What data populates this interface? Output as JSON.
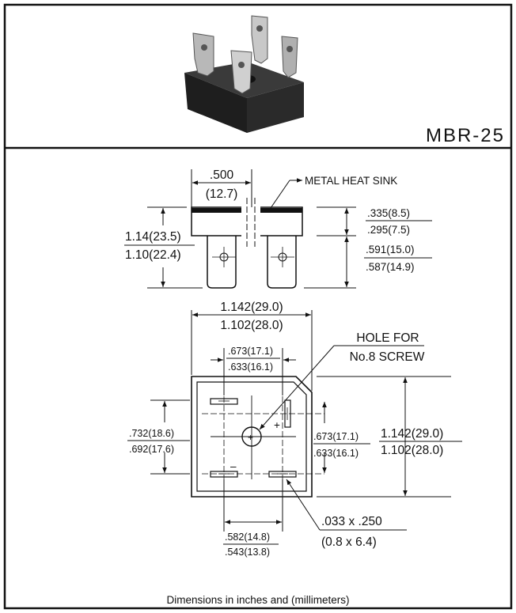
{
  "part_number": "MBR-25",
  "footer": "Dimensions in inches and (millimeters)",
  "side_view": {
    "width_in": ".500",
    "width_mm": "(12.7)",
    "heat_sink_label": "METAL HEAT SINK",
    "overall_h_max": "1.14(23.5)",
    "overall_h_min": "1.10(22.4)",
    "body_h_max": ".335(8.5)",
    "body_h_min": ".295(7.5)",
    "lead_h_max": ".591(15.0)",
    "lead_h_min": ".587(14.9)"
  },
  "top_view": {
    "width_max": "1.142(29.0)",
    "width_min": "1.102(28.0)",
    "term_x_max": ".673(17.1)",
    "term_x_min": ".633(16.1)",
    "hole_label_1": "HOLE FOR",
    "hole_label_2": "No.8 SCREW",
    "left_h_max": ".732(18.6)",
    "left_h_min": ".692(17.6)",
    "term_y_max": ".673(17.1)",
    "term_y_min": ".633(16.1)",
    "height_max": "1.142(29.0)",
    "height_min": "1.102(28.0)",
    "bottom_w_max": ".582(14.8)",
    "bottom_w_min": ".543(13.8)",
    "terminal_in": ".033 x .250",
    "terminal_mm": "(0.8 x 6.4)",
    "plus_sign": "+",
    "minus_sign": "–"
  }
}
